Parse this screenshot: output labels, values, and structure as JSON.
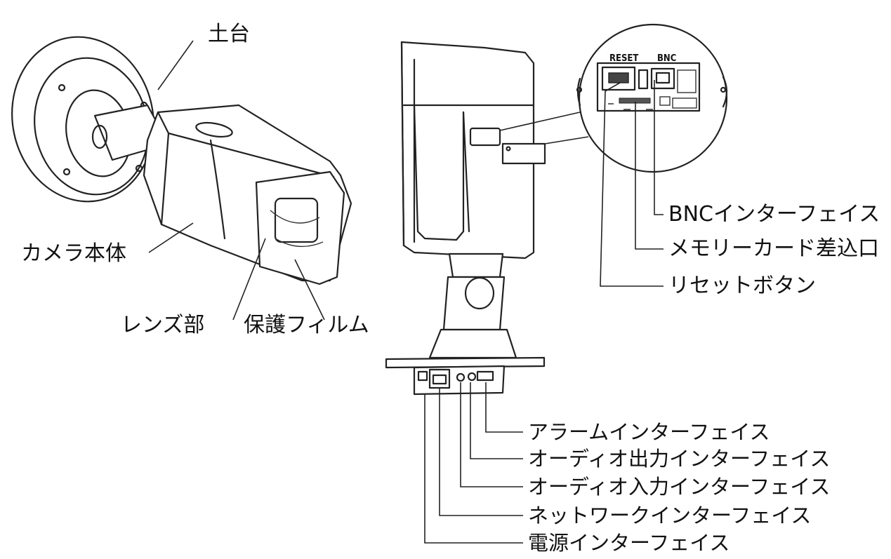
{
  "left_camera": {
    "labels": {
      "base": "土台",
      "body": "カメラ本体",
      "lens": "レンズ部",
      "film": "保護フィルム"
    }
  },
  "detail": {
    "panel_labels": {
      "reset": "RESET",
      "bnc": "BNC"
    },
    "labels": {
      "bnc_interface": "BNCインターフェイス",
      "memory_card": "メモリーカード差込口",
      "reset_button": "リセットボタン"
    }
  },
  "ports": {
    "labels": {
      "alarm": "アラームインターフェイス",
      "audio_out": "オーディオ出力インターフェイス",
      "audio_in": "オーディオ入力インターフェイス",
      "network": "ネットワークインターフェイス",
      "power": "電源インターフェイス"
    }
  }
}
